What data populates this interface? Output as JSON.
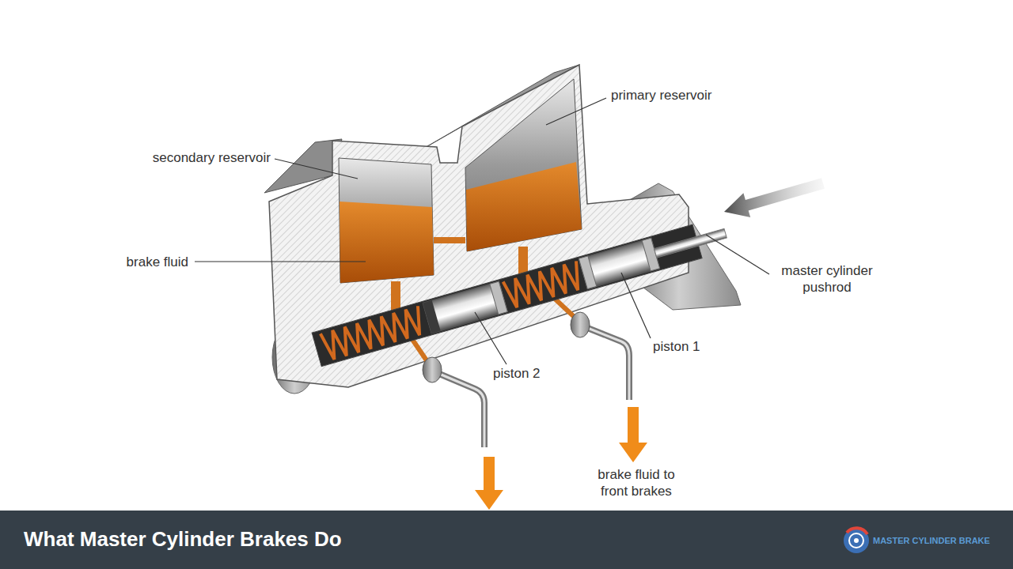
{
  "diagram": {
    "title": "What Master Cylinder Brakes Do",
    "labels": [
      "primary reservoir",
      "secondary reservoir",
      "brake fluid",
      "master cylinder pushrod",
      "piston 1",
      "piston 2",
      "brake fluid to front brakes",
      "MASTER CYLINDER BRAKE"
    ]
  }
}
